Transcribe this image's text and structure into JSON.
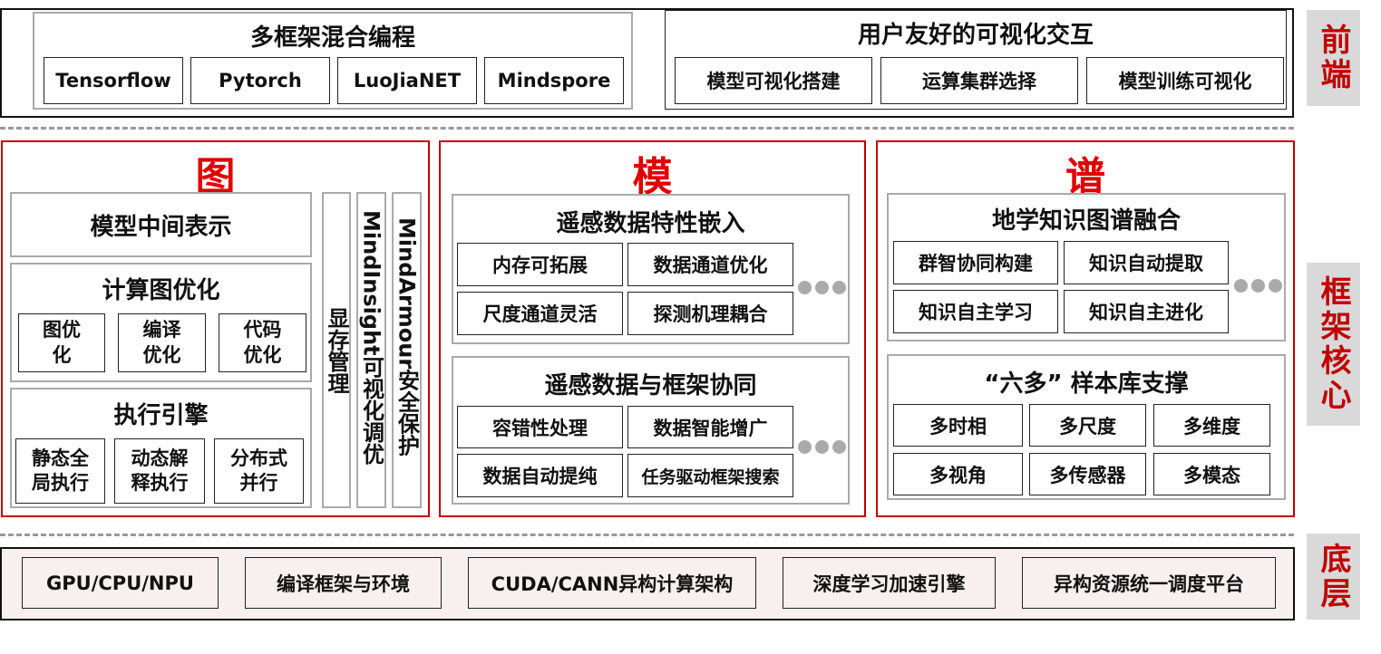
{
  "frontend": {
    "side_label": "前端",
    "multi_framework": {
      "title": "多框架混合编程",
      "items": [
        "Tensorflow",
        "Pytorch",
        "LuoJiaNET",
        "Mindspore"
      ]
    },
    "visual_interaction": {
      "title": "用户友好的可视化交互",
      "items": [
        "模型可视化搭建",
        "运算集群选择",
        "模型训练可视化"
      ]
    }
  },
  "core": {
    "side_label": "框架核心",
    "graph": {
      "title": "图",
      "ir": "模型中间表示",
      "graph_opt": {
        "title": "计算图优化",
        "items": [
          "图优化",
          "编译优化",
          "代码优化"
        ]
      },
      "exec": {
        "title": "执行引擎",
        "items": [
          "静态全局执行",
          "动态解释执行",
          "分布式并行"
        ]
      },
      "columns": [
        "显存管理",
        "MindInsight可视化调优",
        "MindArmour安全保护"
      ]
    },
    "model": {
      "title": "模",
      "embed": {
        "title": "遥感数据特性嵌入",
        "items": [
          "内存可拓展",
          "数据通道优化",
          "尺度通道灵活",
          "探测机理耦合"
        ]
      },
      "collab": {
        "title": "遥感数据与框架协同",
        "items": [
          "容错性处理",
          "数据智能增广",
          "数据自动提纯",
          "任务驱动框架搜索"
        ]
      }
    },
    "spectrum": {
      "title": "谱",
      "kg": {
        "title": "地学知识图谱融合",
        "items": [
          "群智协同构建",
          "知识自动提取",
          "知识自主学习",
          "知识自主进化"
        ]
      },
      "samples": {
        "title": "“六多” 样本库支撑",
        "items": [
          "多时相",
          "多尺度",
          "多维度",
          "多视角",
          "多传感器",
          "多模态"
        ]
      }
    }
  },
  "base": {
    "side_label": "底层",
    "items": [
      "GPU/CPU/NPU",
      "编译框架与环境",
      "CUDA/CANN异构计算架构",
      "深度学习加速引擎",
      "异构资源统一调度平台"
    ]
  }
}
